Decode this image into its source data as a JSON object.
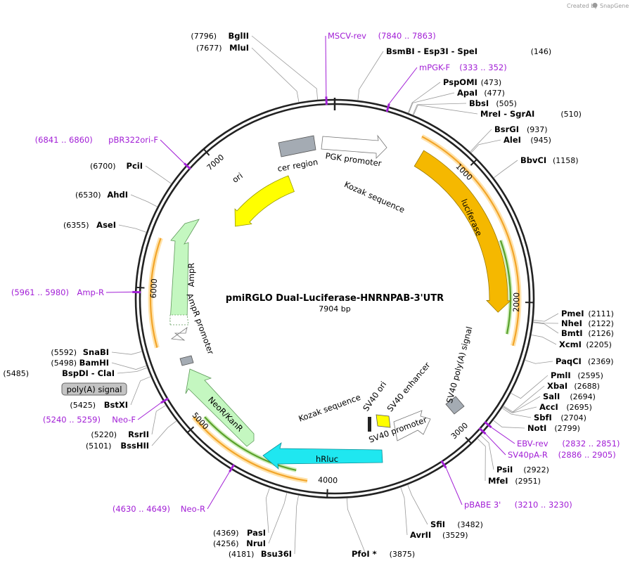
{
  "credit": {
    "prefix": "Created by",
    "brand": "SnapGene"
  },
  "plasmid": {
    "name": "pmiRGLO Dual-Luciferase-HNRNPAB-3'UTR",
    "length_label": "7904 bp",
    "length": 7904
  },
  "ticks": [
    {
      "pos": 1000,
      "label": "1000"
    },
    {
      "pos": 2000,
      "label": "2000"
    },
    {
      "pos": 3000,
      "label": "3000"
    },
    {
      "pos": 4000,
      "label": "4000"
    },
    {
      "pos": 5000,
      "label": "5000"
    },
    {
      "pos": 6000,
      "label": "6000"
    },
    {
      "pos": 7000,
      "label": "7000"
    }
  ],
  "restriction_sites": [
    {
      "name": "BglII",
      "pos_label": "(7796)",
      "pos": 7796,
      "side": "L"
    },
    {
      "name": "MluI",
      "pos_label": "(7677)",
      "pos": 7677,
      "side": "L"
    },
    {
      "name": "BsmBI   -  Esp3I   -  SpeI",
      "pos_label": "(146)",
      "pos": 146,
      "side": "R"
    },
    {
      "name": "PspOMI",
      "pos_label": "(473)",
      "pos": 473,
      "side": "R"
    },
    {
      "name": "ApaI",
      "pos_label": "(477)",
      "pos": 477,
      "side": "R"
    },
    {
      "name": "BbsI",
      "pos_label": "(505)",
      "pos": 505,
      "side": "R"
    },
    {
      "name": "MreI  -  SgrAI",
      "pos_label": "(510)",
      "pos": 510,
      "side": "R"
    },
    {
      "name": "BsrGI",
      "pos_label": "(937)",
      "pos": 937,
      "side": "R"
    },
    {
      "name": "AleI",
      "pos_label": "(945)",
      "pos": 945,
      "side": "R"
    },
    {
      "name": "BbvCI",
      "pos_label": "(1158)",
      "pos": 1158,
      "side": "R"
    },
    {
      "name": "PmeI",
      "pos_label": "(2111)",
      "pos": 2111,
      "side": "R"
    },
    {
      "name": "NheI",
      "pos_label": "(2122)",
      "pos": 2122,
      "side": "R"
    },
    {
      "name": "BmtI",
      "pos_label": "(2126)",
      "pos": 2126,
      "side": "R"
    },
    {
      "name": "XcmI",
      "pos_label": "(2205)",
      "pos": 2205,
      "side": "R"
    },
    {
      "name": "PaqCI",
      "pos_label": "(2369)",
      "pos": 2369,
      "side": "R"
    },
    {
      "name": "PmlI",
      "pos_label": "(2595)",
      "pos": 2595,
      "side": "R"
    },
    {
      "name": "XbaI",
      "pos_label": "(2688)",
      "pos": 2688,
      "side": "R"
    },
    {
      "name": "SalI",
      "pos_label": "(2694)",
      "pos": 2694,
      "side": "R"
    },
    {
      "name": "AccI",
      "pos_label": "(2695)",
      "pos": 2695,
      "side": "R"
    },
    {
      "name": "SbfI",
      "pos_label": "(2704)",
      "pos": 2704,
      "side": "R"
    },
    {
      "name": "NotI",
      "pos_label": "(2799)",
      "pos": 2799,
      "side": "R"
    },
    {
      "name": "PsiI",
      "pos_label": "(2922)",
      "pos": 2922,
      "side": "R"
    },
    {
      "name": "MfeI",
      "pos_label": "(2951)",
      "pos": 2951,
      "side": "R"
    },
    {
      "name": "SfiI",
      "pos_label": "(3482)",
      "pos": 3482,
      "side": "R"
    },
    {
      "name": "AvrII",
      "pos_label": "(3529)",
      "pos": 3529,
      "side": "R"
    },
    {
      "name": "PfoI *",
      "pos_label": "(3875)",
      "pos": 3875,
      "side": "B"
    },
    {
      "name": "Bsu36I",
      "pos_label": "(4181)",
      "pos": 4181,
      "side": "L"
    },
    {
      "name": "NruI",
      "pos_label": "(4256)",
      "pos": 4256,
      "side": "L"
    },
    {
      "name": "PasI",
      "pos_label": "(4369)",
      "pos": 4369,
      "side": "L"
    },
    {
      "name": "BssHII",
      "pos_label": "(5101)",
      "pos": 5101,
      "side": "L"
    },
    {
      "name": "RsrII",
      "pos_label": "(5220)",
      "pos": 5220,
      "side": "L"
    },
    {
      "name": "BstXI",
      "pos_label": "(5425)",
      "pos": 5425,
      "side": "L"
    },
    {
      "name": "BspDI   -  ClaI",
      "pos_label": "(5485)",
      "pos": 5485,
      "side": "L"
    },
    {
      "name": "BamHI",
      "pos_label": "(5498)",
      "pos": 5498,
      "side": "L"
    },
    {
      "name": "SnaBI",
      "pos_label": "(5592)",
      "pos": 5592,
      "side": "L"
    },
    {
      "name": "AseI",
      "pos_label": "(6355)",
      "pos": 6355,
      "side": "L"
    },
    {
      "name": "AhdI",
      "pos_label": "(6530)",
      "pos": 6530,
      "side": "L"
    },
    {
      "name": "PciI",
      "pos_label": "(6700)",
      "pos": 6700,
      "side": "L"
    }
  ],
  "primers": [
    {
      "name": "MSCV-rev",
      "range": "(7840 .. 7863)",
      "pos": 7851
    },
    {
      "name": "mPGK-F",
      "range": "(333 .. 352)",
      "pos": 342
    },
    {
      "name": "EBV-rev",
      "range": "(2832 .. 2851)",
      "pos": 2841
    },
    {
      "name": "SV40pA-R",
      "range": "(2886 .. 2905)",
      "pos": 2895
    },
    {
      "name": "pBABE 3'",
      "range": "(3210 .. 3230)",
      "pos": 3220
    },
    {
      "name": "Neo-R",
      "range": "(4630 .. 4649)",
      "pos": 4639
    },
    {
      "name": "Neo-F",
      "range": "(5240 .. 5259)",
      "pos": 5249
    },
    {
      "name": "Amp-R",
      "range": "(5961 .. 5980)",
      "pos": 5970
    },
    {
      "name": "pBR322ori-F",
      "range": "(6841 .. 6860)",
      "pos": 6850
    }
  ],
  "features": [
    {
      "name": "luciferase",
      "color": "#f5b800"
    },
    {
      "name": "hRluc",
      "color": "#1fe7f0"
    },
    {
      "name": "NeoR/KanR",
      "color": "#c4f7c0"
    },
    {
      "name": "AmpR",
      "color": "#c4f7c0"
    },
    {
      "name": "ori",
      "color": "#ffff00"
    },
    {
      "name": "PGK promoter",
      "color": "#ffffff"
    },
    {
      "name": "cer region",
      "color": "#a4abb3"
    },
    {
      "name": "Kozak sequence",
      "color": "#000000"
    },
    {
      "name": "SV40 poly(A) signal",
      "color": "#a4abb3"
    },
    {
      "name": "SV40 enhancer",
      "color": "#ffffff"
    },
    {
      "name": "SV40 ori",
      "color": "#ffff00"
    },
    {
      "name": "SV40 promoter",
      "color": "#ffffff"
    },
    {
      "name": "AmpR promoter",
      "color": "#ffffff"
    },
    {
      "name": "poly(A) signal",
      "color": "#a4abb3"
    }
  ],
  "colors": {
    "primer": "#a21fd6",
    "backbone": "#222222",
    "orf": "#f2a52a",
    "orf_inner": "#5aa02c"
  }
}
